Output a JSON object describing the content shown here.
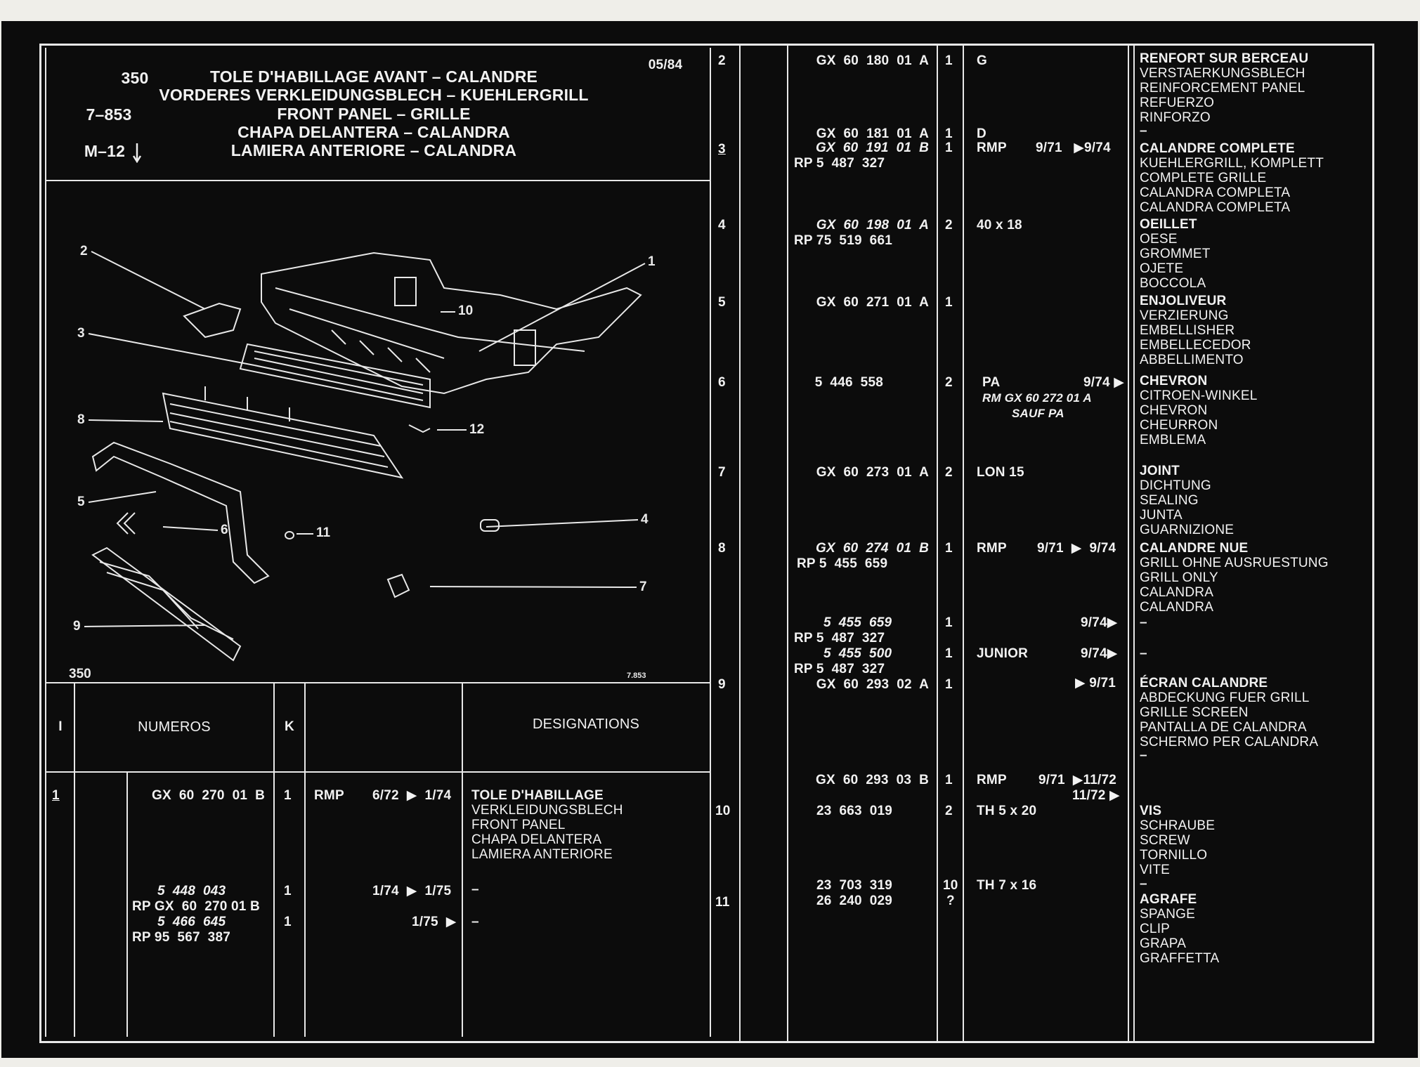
{
  "header": {
    "code": "350",
    "code2": "7–853",
    "code3": "M–12",
    "date": "05/84",
    "title_lines": [
      "TOLE D'HABILLAGE AVANT – CALANDRE",
      "VORDERES VERKLEIDUNGSBLECH – KUEHLERGRILL",
      "FRONT PANEL – GRILLE",
      "CHAPA DELANTERA – CALANDRA",
      "LAMIERA ANTERIORE – CALANDRA"
    ]
  },
  "diagram": {
    "callouts": [
      "1",
      "2",
      "3",
      "4",
      "5",
      "6",
      "7",
      "8",
      "9",
      "10",
      "11",
      "12"
    ],
    "bottom_left": "350",
    "bottom_right": "7.853"
  },
  "table_header": {
    "col_i": "I",
    "col_numeros": "NUMEROS",
    "col_k": "K",
    "col_designations": "DESIGNATIONS"
  },
  "left_rows": {
    "r1_index": "1",
    "r1_num": "GX  60  270  01  B",
    "r1_k": "1",
    "r1_var": "RMP",
    "r1_date": "6/72  ▶  1/74",
    "r1_desc": [
      "TOLE D'HABILLAGE",
      "VERKLEIDUNGSBLECH",
      "FRONT PANEL",
      "CHAPA DELANTERA",
      "LAMIERA ANTERIORE"
    ],
    "r1b_num": "5  448  043",
    "r1b_rp": "RP GX  60  270 01 B",
    "r1b_k": "1",
    "r1b_date": "1/74  ▶  1/75",
    "r1b_desc": "–",
    "r1c_num": "5  466  645",
    "r1c_rp": "RP 95  567  387",
    "r1c_k": "1",
    "r1c_date": "1/75  ▶",
    "r1c_desc": "–"
  },
  "right_rows": [
    {
      "idx": "2",
      "num": "GX  60  180  01  A",
      "k": "1",
      "var": "G",
      "date": "",
      "desc": [
        "RENFORT SUR BERCEAU",
        "VERSTAERKUNGSBLECH",
        "REINFORCEMENT PANEL",
        "REFUERZO",
        "RINFORZO"
      ]
    },
    {
      "idx": "",
      "num": "GX  60  181  01  A",
      "k": "1",
      "var": "D",
      "date": "",
      "desc": [
        "–"
      ]
    },
    {
      "idx": "3",
      "num": "GX  60  191  01  B",
      "rp": "RP 5  487  327",
      "k": "1",
      "var": "RMP",
      "date": "9/71   ▶9/74",
      "desc": [
        "CALANDRE COMPLETE",
        "KUEHLERGRILL, KOMPLETT",
        "COMPLETE GRILLE",
        "CALANDRA COMPLETA",
        "CALANDRA COMPLETA"
      ]
    },
    {
      "idx": "4",
      "num": "GX  60  198  01  A",
      "rp": "RP 75  519  661",
      "k": "2",
      "var": "40 x 18",
      "date": "",
      "desc": [
        "OEILLET",
        "OESE",
        "GROMMET",
        "OJETE",
        "BOCCOLA"
      ]
    },
    {
      "idx": "5",
      "num": "GX  60  271  01  A",
      "k": "1",
      "var": "",
      "date": "",
      "desc": [
        "ENJOLIVEUR",
        "VERZIERUNG",
        "EMBELLISHER",
        "EMBELLECEDOR",
        "ABBELLIMENTO"
      ]
    },
    {
      "idx": "6",
      "num": "5  446  558",
      "k": "2",
      "var": "PA",
      "var2": "RM GX 60 272 01 A",
      "var3": "SAUF PA",
      "date": "9/74 ▶",
      "desc": [
        "CHEVRON",
        "CITROEN-WINKEL",
        "CHEVRON",
        "CHEURRON",
        "EMBLEMA"
      ]
    },
    {
      "idx": "7",
      "num": "GX  60  273  01  A",
      "k": "2",
      "var": "LON 15",
      "date": "",
      "desc": [
        "JOINT",
        "DICHTUNG",
        "SEALING",
        "JUNTA",
        "GUARNIZIONE"
      ]
    },
    {
      "idx": "8",
      "num": "GX  60  274  01  B",
      "rp": "RP 5  455  659",
      "k": "1",
      "var": "RMP",
      "date": "9/71  ▶  9/74",
      "desc": [
        "CALANDRE NUE",
        "GRILL OHNE AUSRUESTUNG",
        "GRILL ONLY",
        "CALANDRA",
        "CALANDRA"
      ]
    },
    {
      "idx": "",
      "num": "5  455  659",
      "rp": "RP 5  487  327",
      "k": "1",
      "var": "",
      "date": "9/74▶",
      "desc": [
        "–"
      ]
    },
    {
      "idx": "",
      "num": "5  455  500",
      "rp": "RP 5  487  327",
      "k": "1",
      "var": "JUNIOR",
      "date": "9/74▶",
      "desc": [
        "–"
      ]
    },
    {
      "idx": "9",
      "num": "GX  60  293  02  A",
      "k": "1",
      "var": "",
      "date": "▶ 9/71",
      "desc": [
        "ÉCRAN CALANDRE",
        "ABDECKUNG FUER GRILL",
        "GRILLE SCREEN",
        "PANTALLA DE CALANDRA",
        "SCHERMO PER CALANDRA",
        "–"
      ]
    },
    {
      "idx": "",
      "num": "GX  60  293  03  B",
      "k": "1",
      "var": "RMP",
      "date": "9/71  ▶11/72",
      "date2": "11/72 ▶",
      "desc": []
    },
    {
      "idx": "10",
      "num": "23  663  019",
      "k": "2",
      "var": "TH 5 x 20",
      "date": "",
      "desc": [
        "VIS",
        "SCHRAUBE",
        "SCREW",
        "TORNILLO",
        "VITE"
      ]
    },
    {
      "idx": "",
      "num": "23  703  319",
      "k": "10",
      "var": "TH 7 x 16",
      "date": "",
      "desc": [
        "–"
      ]
    },
    {
      "idx": "11",
      "num": "26  240  029",
      "k": "?",
      "var": "",
      "date": "",
      "desc": [
        "AGRAFE",
        "SPANGE",
        "CLIP",
        "GRAPA",
        "GRAFFETTA"
      ]
    }
  ]
}
